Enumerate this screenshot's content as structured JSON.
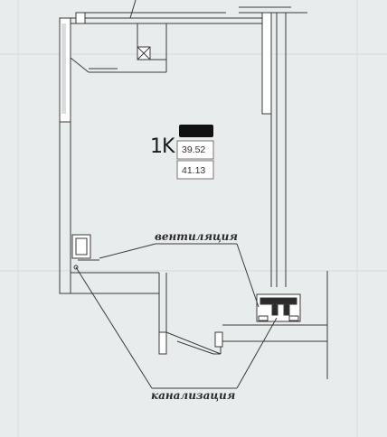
{
  "plan": {
    "apartment_type": "1K",
    "living_area": "39.52",
    "total_area": "41.13"
  },
  "annotations": {
    "ventilation": "вентиляция",
    "sewerage": "канализация"
  },
  "colors": {
    "background": "#e9ecec",
    "lines": "#3a3a3a",
    "redaction": "#111111"
  }
}
